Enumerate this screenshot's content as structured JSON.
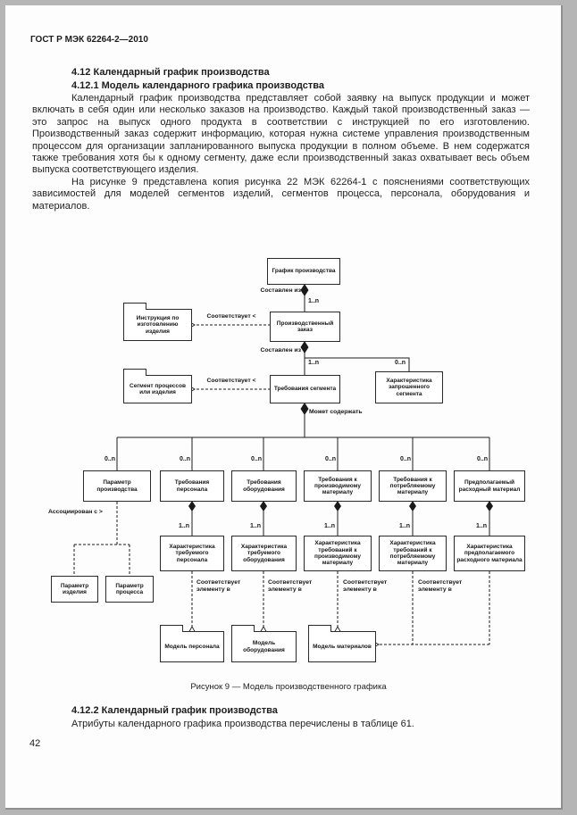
{
  "page": {
    "header": "ГОСТ Р МЭК 62264-2—2010",
    "number": "42"
  },
  "sections": {
    "s412_heading": "4.12 Календарный график производства",
    "s4121_heading": "4.12.1 Модель календарного графика производства",
    "s4121_para1": "Календарный график производства представляет собой заявку на выпуск продукции и может включать в себя один или несколько заказов на производство. Каждый такой производственный заказ — это запрос на выпуск одного продукта в соответствии с инструкцией по его изготовлению. Производственный заказ содержит информацию, которая нужна системе управления производственным процессом для организации запланированного выпуска продукции в полном объеме. В нем содержатся также требования хотя бы к одному сегменту, даже если производственный заказ охватывает весь объем выпуска соответствующего изделия.",
    "s4121_para2": "На рисунке 9 представлена копия рисунка 22 МЭК 62264-1 с пояснениями соответствующих зависимостей для моделей сегментов изделий, сегментов процесса, персонала, оборудования и материалов.",
    "s4122_heading": "4.12.2 Календарный график производства",
    "s4122_para1": "Атрибуты календарного графика производства перечислены в таблице 61."
  },
  "figure": {
    "caption": "Рисунок 9 — Модель производственного графика",
    "nodes": {
      "schedule": "График производства",
      "order": "Производственный заказ",
      "instruction": "Инструкция по изготовлению изделия",
      "segment_req": "Требования сегмента",
      "segment_char": "Характеристика запрошенного сегмента",
      "process_segment": "Сегмент процессов или изделия",
      "prod_param": "Параметр производства",
      "personnel_req": "Требования персонала",
      "equipment_req": "Требования оборудования",
      "produced_req": "Требования к производимому материалу",
      "consumed_req": "Требования к потребляемому материалу",
      "consumable": "Предполагаемый расходный материал",
      "personnel_char": "Характеристика требуемого персонала",
      "equipment_char": "Характеристика требуемого оборудования",
      "produced_char": "Характеристика требований к производимому материалу",
      "consumed_char": "Характеристика требований к потребляемому материалу",
      "consumable_char": "Характеристика предполагаемого расходного материала",
      "product_param": "Параметр изделия",
      "process_param": "Параметр процесса",
      "personnel_model": "Модель персонала",
      "equipment_model": "Модель оборудования",
      "material_model": "Модель материалов"
    },
    "labels": {
      "composed_of": "Составлен из",
      "corresponds": "Соответствует <",
      "may_contain": "Может содержать",
      "associated_with": "Ассоциирован с >",
      "corresponds_element": "Соответствует элементу в",
      "mult_1n": "1..n",
      "mult_0n": "0..n"
    }
  }
}
